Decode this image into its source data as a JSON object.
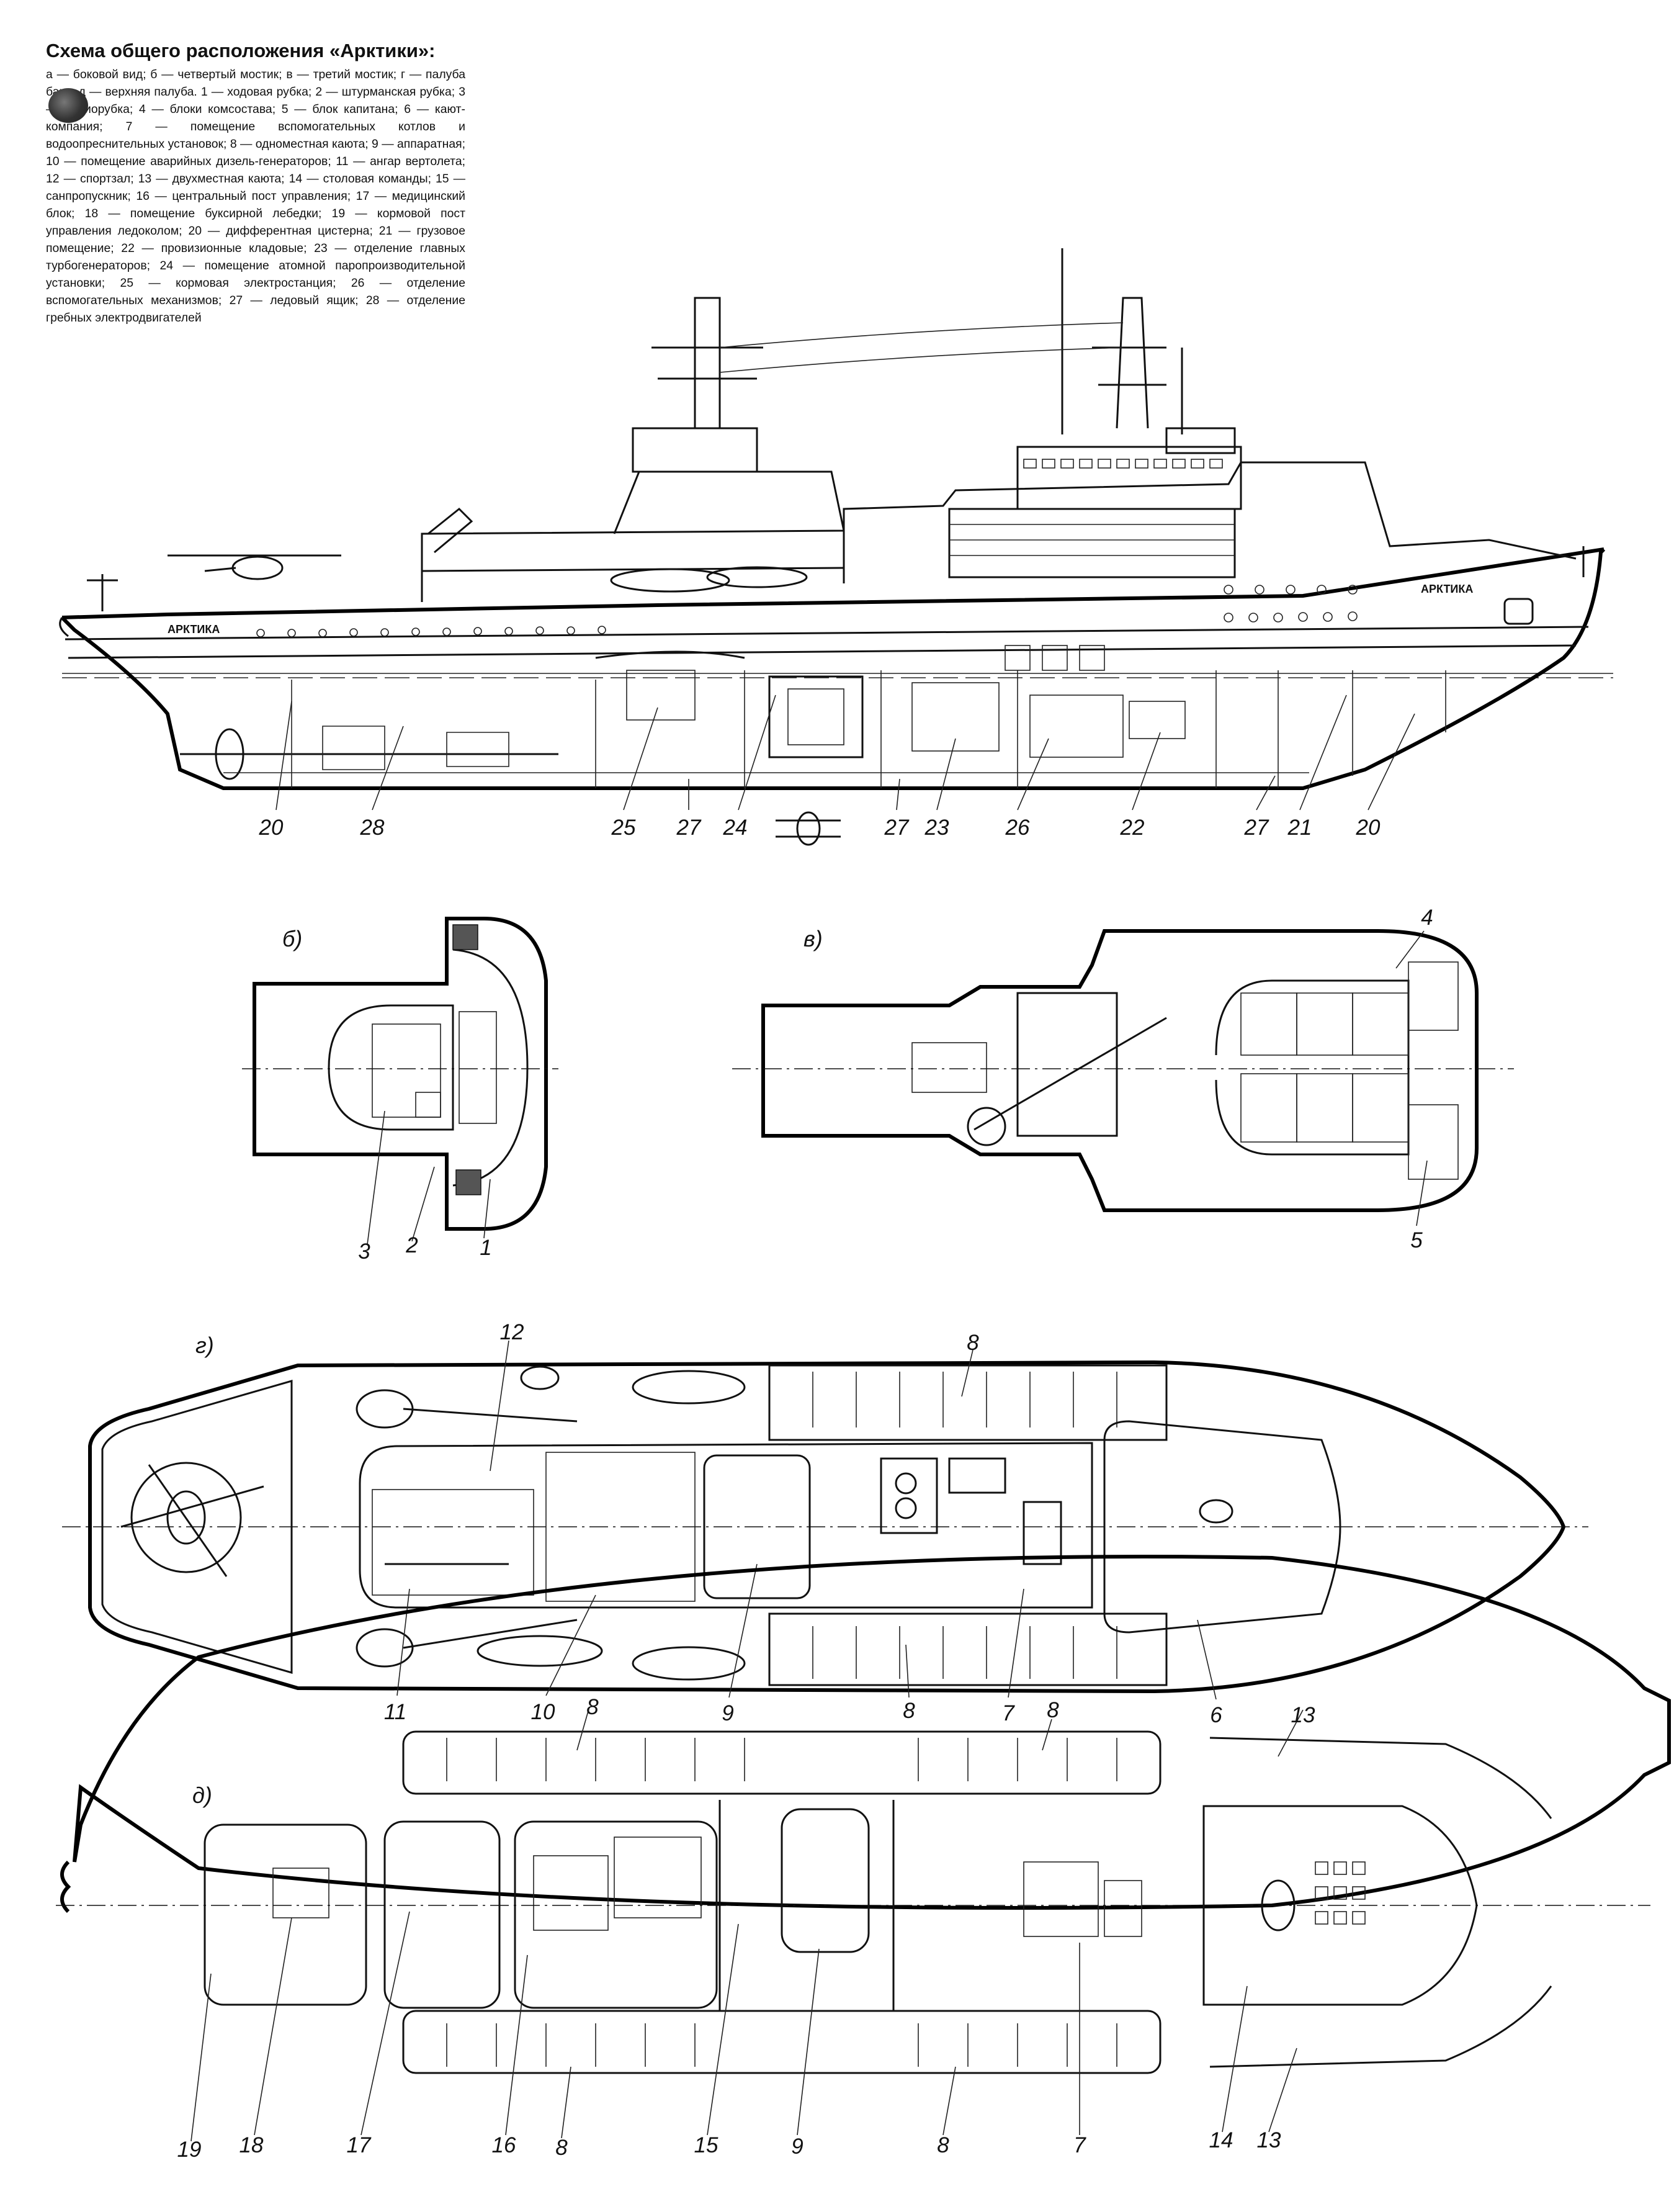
{
  "legend": {
    "title": "Схема общего расположения «Арктики»:",
    "body": "а — боковой вид; б — четвертый мостик; в — третий мостик; г — палуба бака; д — верхняя палуба. 1 — ходовая рубка; 2 — штурманская рубка; 3 — радиорубка; 4 — блоки комсостава; 5 — блок капитана; 6 — кают-компания; 7 — помещение вспомогательных котлов и водоопреснительных установок; 8 — одноместная каюта; 9 — аппаратная; 10 — помещение аварийных дизель-генераторов; 11 — ангар вертолета; 12 — спортзал; 13 — двухместная каюта; 14 — столовая команды; 15 — санпропускник; 16 — центральный пост управления; 17 — медицинский блок; 18 — помещение буксирной лебедки; 19 — кормовой пост управления ледоколом; 20 — дифферентная цистерна; 21 — грузовое помещение; 22 — провизионные кладовые; 23 — отделение главных турбогенераторов; 24 — помещение атомной паропроизводительной установки; 25 — кормовая электростанция; 26 — отделение вспомогательных механизмов; 27 — ледовый ящик; 28 — отделение гребных электродвигателей"
  },
  "ship_name": "АРКТИКА",
  "view_letters": {
    "b": "б)",
    "v": "в)",
    "g": "г)",
    "d": "д)"
  },
  "side_view_callouts": [
    "20",
    "28",
    "25",
    "27",
    "24",
    "27",
    "23",
    "26",
    "22",
    "27",
    "21",
    "20"
  ],
  "bridge4_callouts": [
    "3",
    "2",
    "1"
  ],
  "bridge3_callouts": [
    "4",
    "5"
  ],
  "forecastle_callouts": [
    "12",
    "8",
    "8",
    "11",
    "10",
    "9",
    "7",
    "6"
  ],
  "upper_deck_callouts": [
    "8",
    "8",
    "13",
    "19",
    "18",
    "17",
    "16",
    "8",
    "15",
    "9",
    "8",
    "7",
    "14",
    "13"
  ]
}
